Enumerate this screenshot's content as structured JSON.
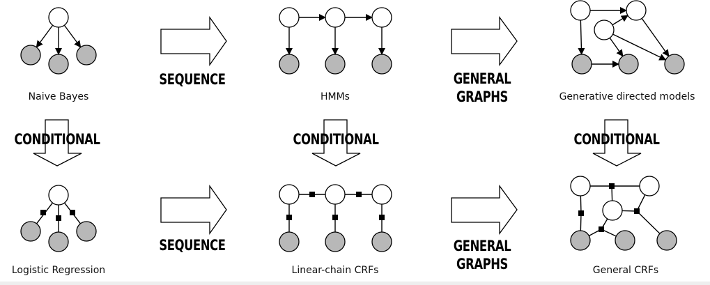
{
  "models": {
    "naive_bayes": "Naive Bayes",
    "hmms": "HMMs",
    "generative_directed": "Generative directed models",
    "logistic_regression": "Logistic Regression",
    "linear_chain_crfs": "Linear-chain CRFs",
    "general_crfs": "General CRFs"
  },
  "transitions": {
    "sequence": "SEQUENCE",
    "general": "GENERAL",
    "graphs": "GRAPHS",
    "conditional": "CONDITIONAL"
  },
  "colors": {
    "observed": "#b8b8b8",
    "hidden": "#ffffff",
    "factor": "#000000"
  }
}
